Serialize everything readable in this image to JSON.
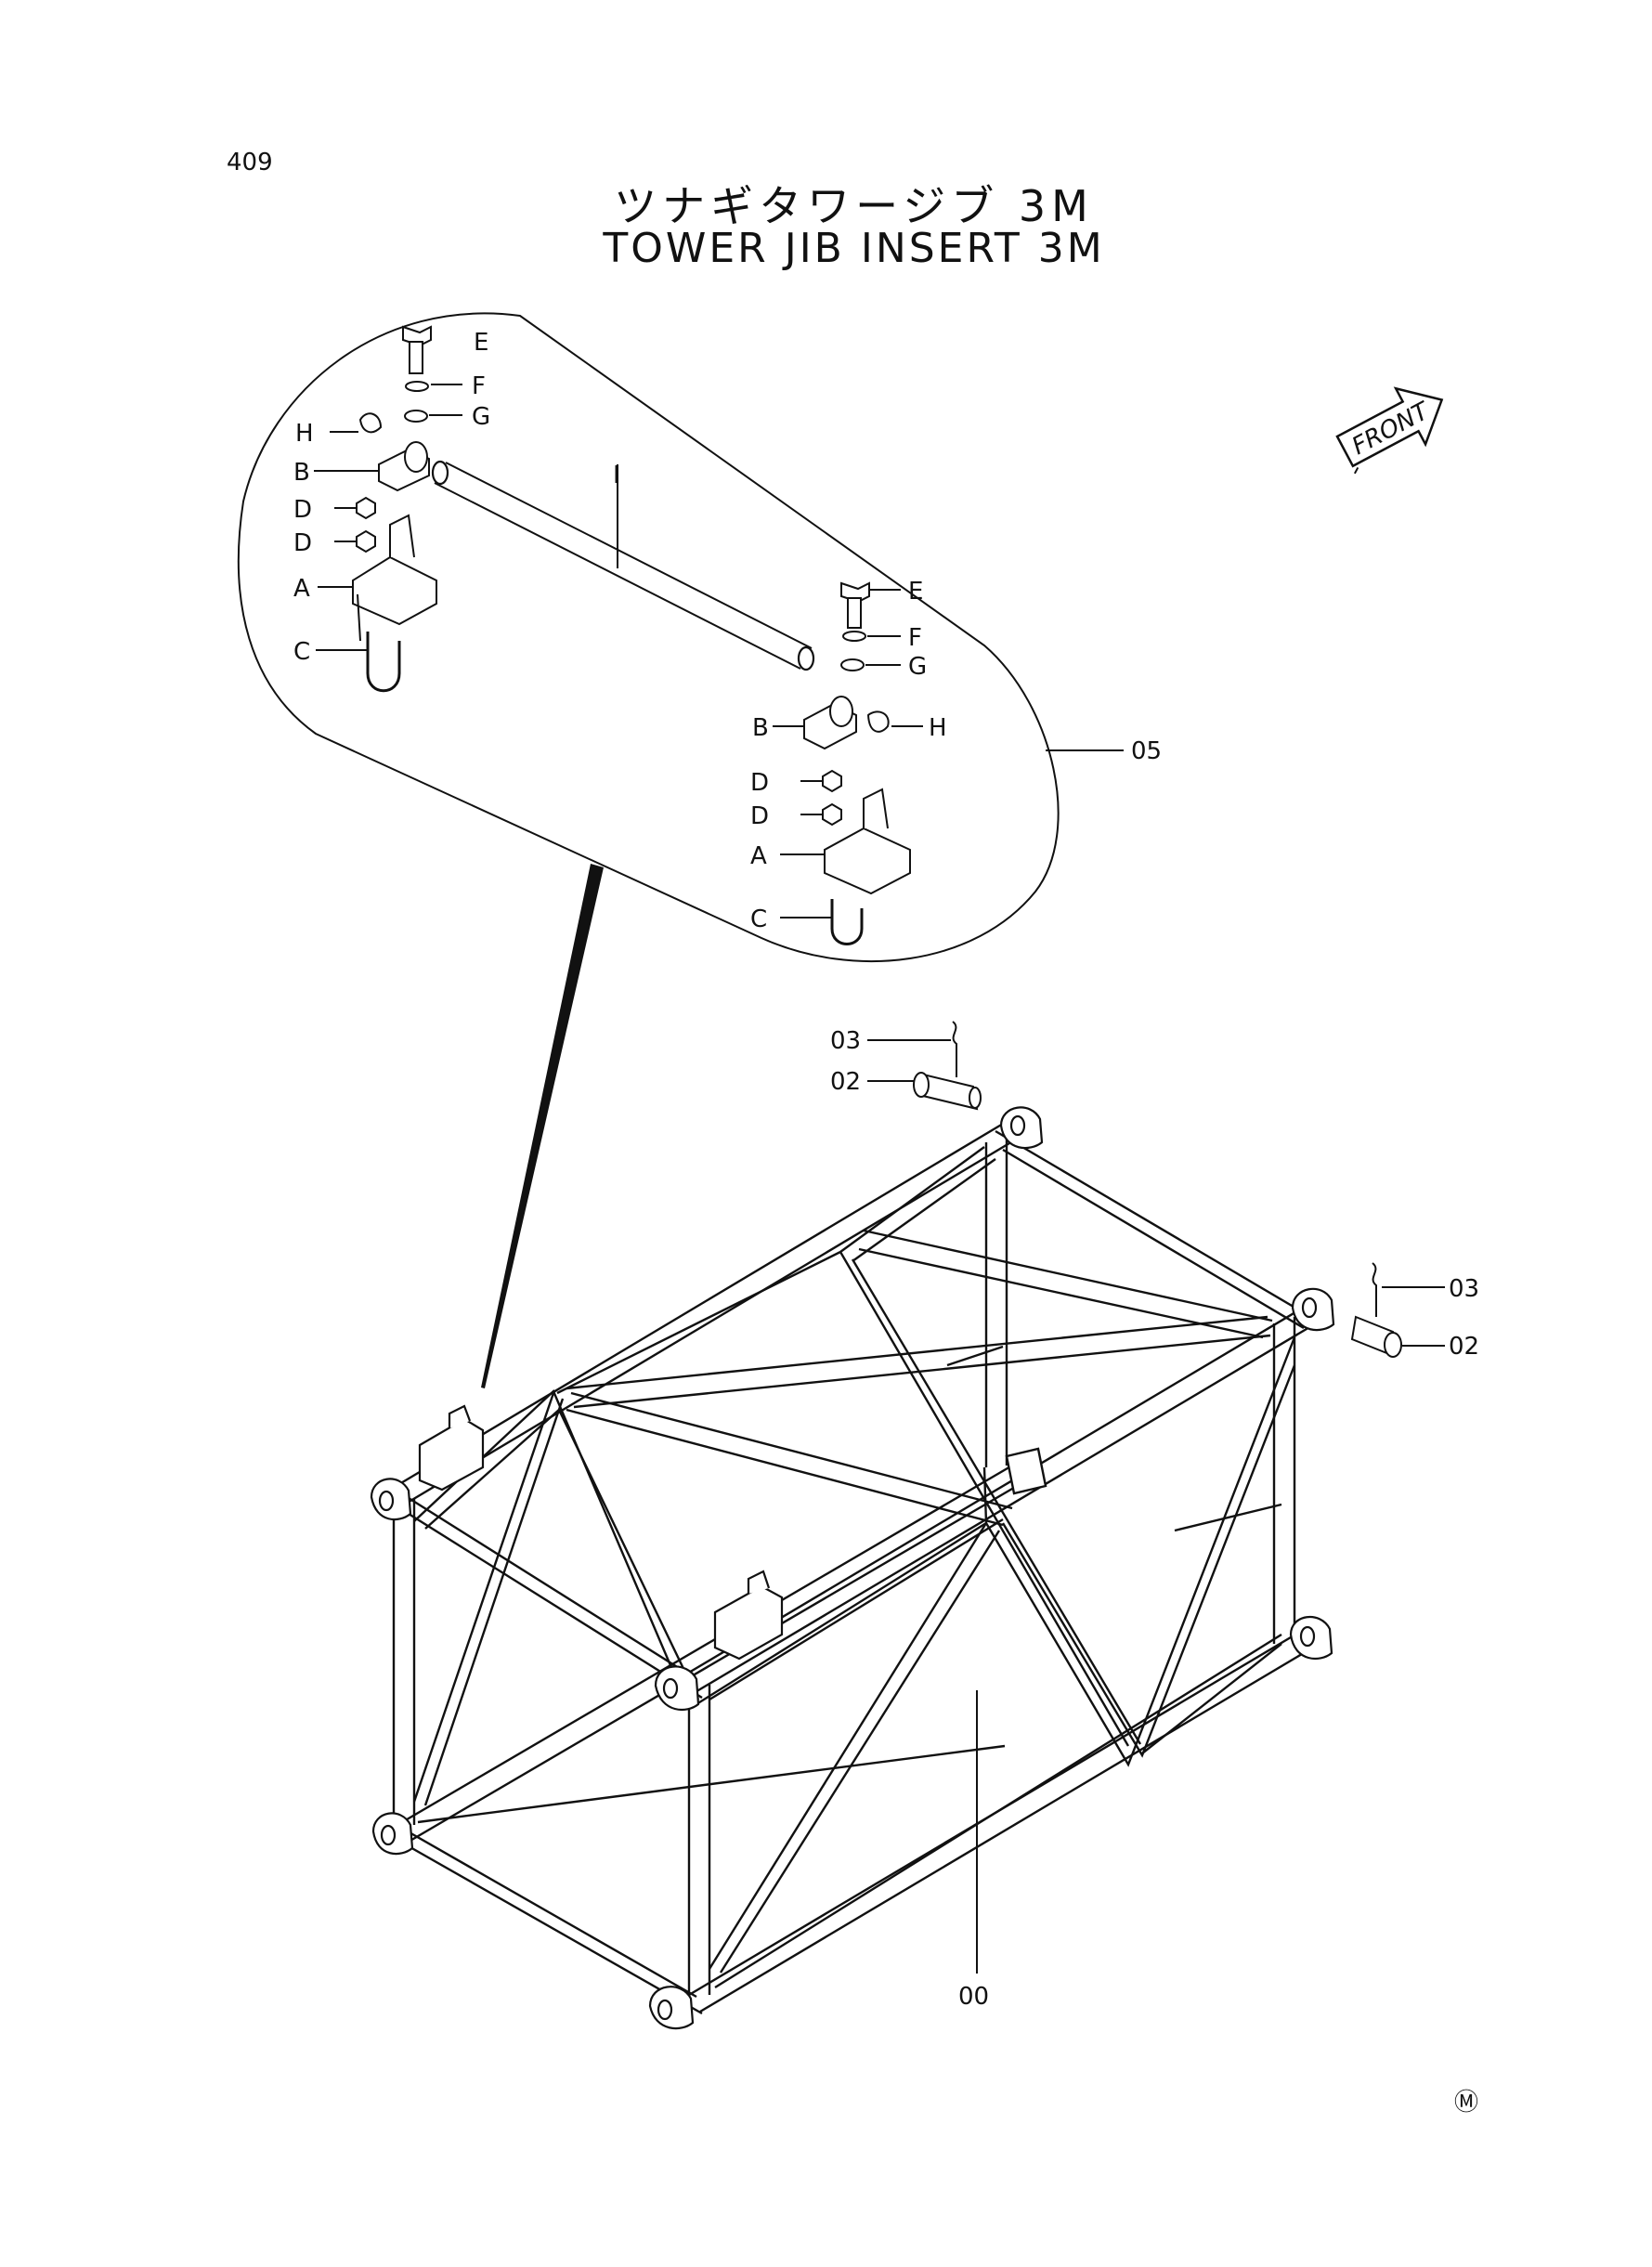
{
  "page_number": "409",
  "title_jp": "ツナギタワージブ 3M",
  "title_en": "TOWER JIB INSERT 3M",
  "front_label": "FRONT",
  "mark": "Ⓜ",
  "detail_labels": {
    "E": "E",
    "F": "F",
    "G": "G",
    "H": "H",
    "B": "B",
    "D": "D",
    "A": "A",
    "C": "C",
    "I": "I"
  },
  "part_numbers": {
    "p05": "05",
    "p03": "03",
    "p02": "02",
    "p00": "00"
  }
}
